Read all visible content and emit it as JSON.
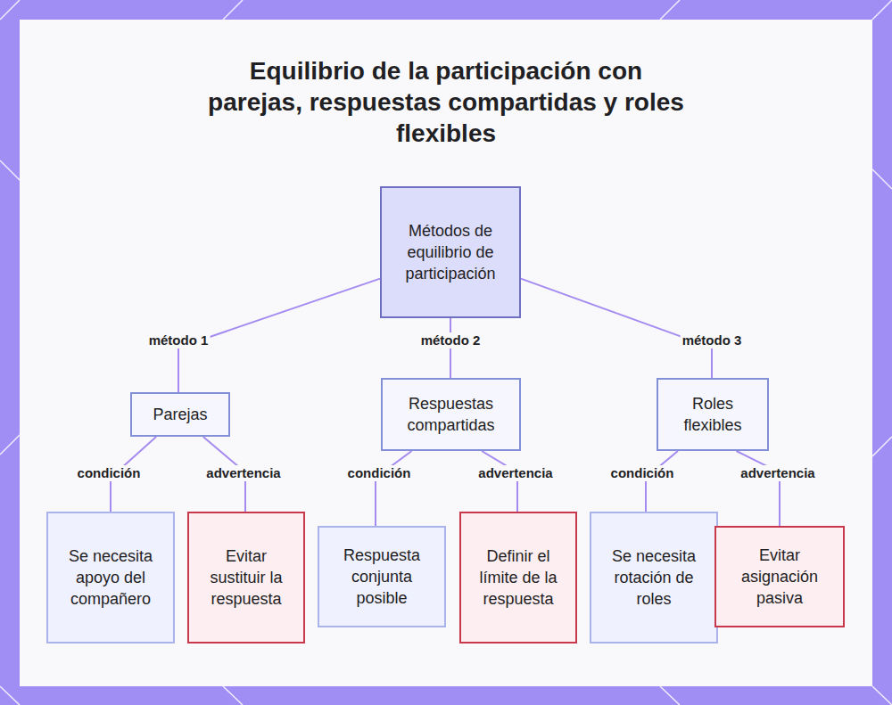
{
  "diagram": {
    "title": "Equilibrio de la participación con parejas, respuestas compartidas y roles flexibles",
    "nodes": [
      {
        "text": [
          "Métodos de equilibrio de participación"
        ]
      },
      {
        "text": [
          "Parejas"
        ]
      },
      {
        "text": [
          "Respuestas compartidas"
        ]
      },
      {
        "text": [
          "Roles flexibles"
        ]
      },
      {
        "text": [
          "Se necesita apoyo del compañero"
        ]
      },
      {
        "text": [
          "Evitar sustituir la respuesta"
        ]
      },
      {
        "text": [
          "Respuesta conjunta posible"
        ]
      },
      {
        "text": [
          "Definir el límite de la respuesta"
        ]
      },
      {
        "text": [
          "Se necesita rotación de roles"
        ]
      },
      {
        "text": [
          "Evitar asignación pasiva"
        ]
      }
    ],
    "edges": [
      {
        "from": 0,
        "to": 1,
        "label": "método 1",
        "arrow": "none"
      },
      {
        "from": 0,
        "to": 2,
        "label": "método 2",
        "arrow": "none"
      },
      {
        "from": 0,
        "to": 3,
        "label": "método 3",
        "arrow": "none"
      },
      {
        "from": 1,
        "to": 4,
        "label": "condición",
        "arrow": "none"
      },
      {
        "from": 1,
        "to": 5,
        "label": "advertencia",
        "arrow": "none"
      },
      {
        "from": 2,
        "to": 6,
        "label": "condición",
        "arrow": "none"
      },
      {
        "from": 2,
        "to": 7,
        "label": "advertencia",
        "arrow": "none"
      },
      {
        "from": 3,
        "to": 8,
        "label": "condición",
        "arrow": "none"
      },
      {
        "from": 3,
        "to": 9,
        "label": "advertencia",
        "arrow": "none"
      }
    ]
  }
}
